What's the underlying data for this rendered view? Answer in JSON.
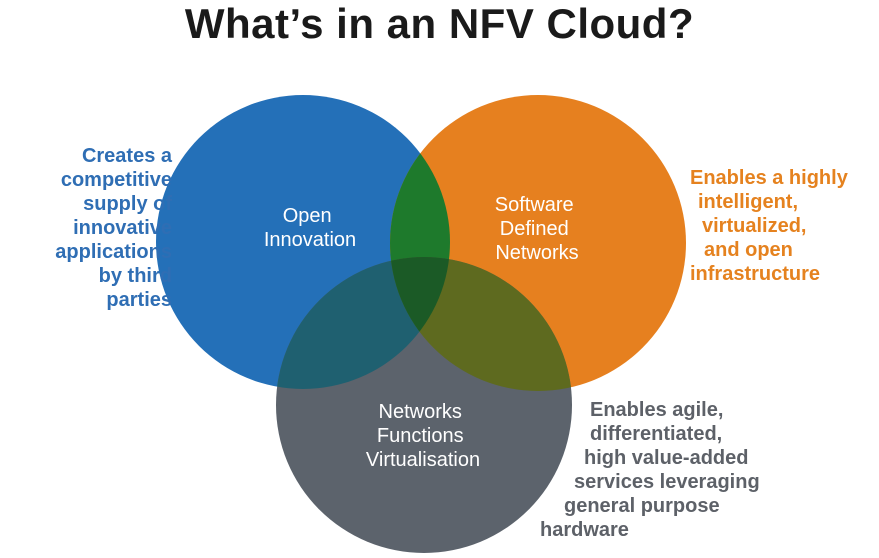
{
  "title": "What’s in an NFV Cloud?",
  "colors": {
    "blue": "#2470b8",
    "orange": "#e6801f",
    "gray": "#5c636c",
    "blue_orange_overlap": "#1e7a2c",
    "blue_gray_overlap": "#1f6070",
    "orange_gray_overlap": "#5e6a1f",
    "center_overlap": "#1b5a26",
    "left_text": "#2f6eb4",
    "right_text": "#e5821f",
    "bottom_text": "#5d6168"
  },
  "circles": {
    "open_innovation": {
      "lines": [
        "Open",
        "Innovation"
      ]
    },
    "sdn": {
      "lines": [
        "Software",
        "Defined",
        "Networks"
      ]
    },
    "nfv": {
      "lines": [
        "Networks",
        "Functions",
        "Virtualisation"
      ]
    }
  },
  "descriptions": {
    "open_innovation": [
      "Creates a",
      "competitive",
      "supply of",
      "innovative",
      "applications",
      "by third",
      "parties"
    ],
    "sdn": [
      "Enables a highly",
      "intelligent,",
      "virtualized,",
      "and open",
      "infrastructure"
    ],
    "nfv": [
      "Enables agile,",
      "differentiated,",
      "high value-added",
      "services leveraging",
      "general purpose",
      "hardware"
    ]
  }
}
